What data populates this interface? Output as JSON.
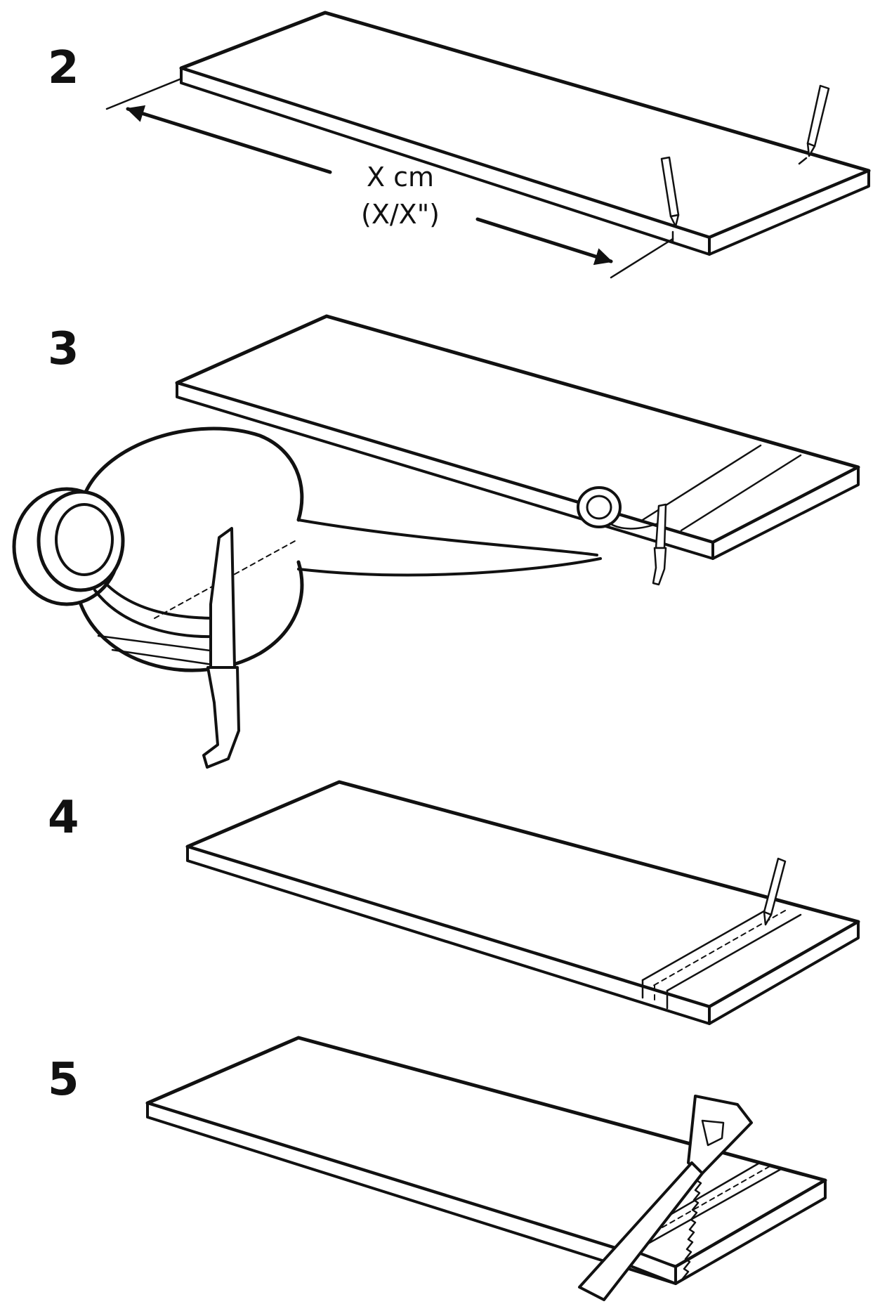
{
  "steps": [
    {
      "number": "2"
    },
    {
      "number": "3"
    },
    {
      "number": "4"
    },
    {
      "number": "5"
    }
  ],
  "dimension": {
    "metric": "X cm",
    "imperial": "(X/X\")"
  }
}
